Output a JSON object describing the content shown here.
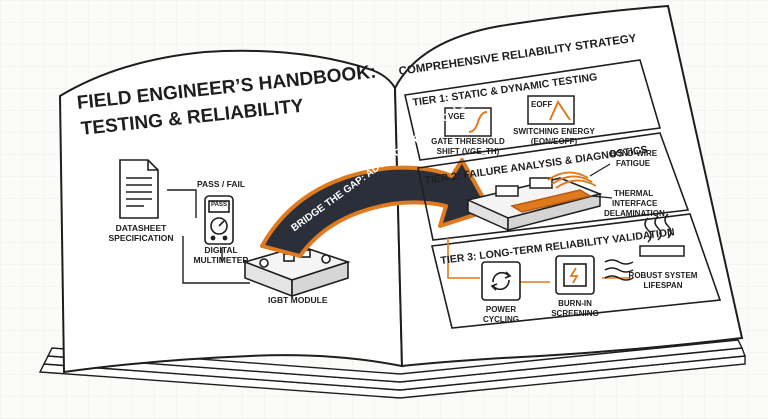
{
  "left_page": {
    "title_line1": "FIELD ENGINEER’S HANDBOOK:",
    "title_line2": "TESTING & RELIABILITY",
    "datasheet_label_line1": "DATASHEET",
    "datasheet_label_line2": "SPECIFICATION",
    "pass_fail_label": "PASS / FAIL",
    "meter_display": "PASS",
    "meter_label_line1": "DIGITAL",
    "meter_label_line2": "MULTIMETER",
    "module_label": "IGBT MODULE"
  },
  "arrow_banner": "BRIDGE THE GAP: ADVANCED PROTOCOLS",
  "right_page": {
    "heading": "COMPREHENSIVE RELIABILITY STRATEGY",
    "tier1": {
      "title": "TIER 1: STATIC & DYNAMIC TESTING",
      "vge_symbol": "Vge",
      "vge_label_line1": "GATE THRESHOLD",
      "vge_label_line2": "SHIFT (Vge_th)",
      "eoff_symbol": "Eoff",
      "eoff_label_line1": "SWITCHING ENERGY",
      "eoff_label_line2": "(Eon/Eoff)"
    },
    "tier2": {
      "title": "TIER 2: FAILURE ANALYSIS & DIAGNOSTICS",
      "bond_label_line1": "BOND-WIRE",
      "bond_label_line2": "FATIGUE",
      "thermal_label_line1": "THERMAL",
      "thermal_label_line2": "INTERFACE",
      "thermal_label_line3": "DELAMINATION"
    },
    "tier3": {
      "title": "TIER 3: LONG-TERM RELIABILITY VALIDATION",
      "power_label_line1": "POWER",
      "power_label_line2": "CYCLING",
      "burnin_label_line1": "BURN-IN",
      "burnin_label_line2": "SCREENING",
      "robust_label_line1": "ROBUST SYSTEM",
      "robust_label_line2": "LIFESPAN"
    }
  },
  "colors": {
    "ink": "#1e1e1e",
    "accent_orange": "#e07a1f",
    "arrow_fill": "#2a2f3a",
    "paper": "#fbfbfa"
  }
}
